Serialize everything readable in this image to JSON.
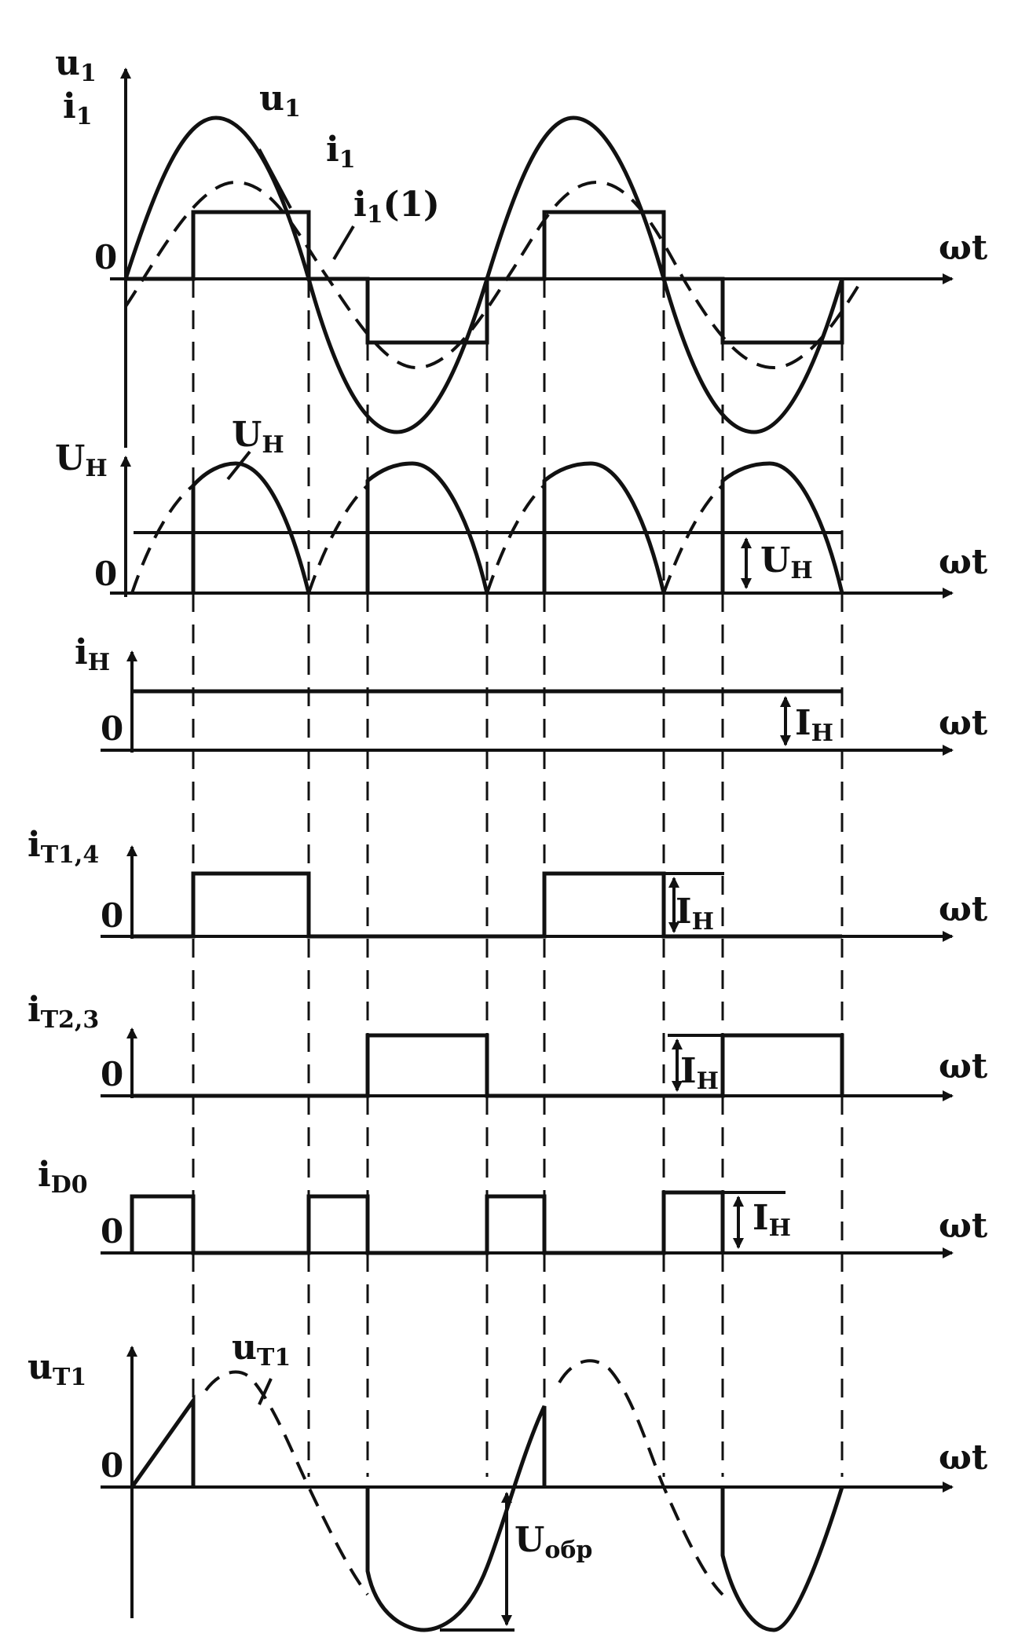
{
  "labels": {
    "u1_axis": "u",
    "u1_axis_sub": "1",
    "i1_axis": "i",
    "i1_axis_sub": "1",
    "u1_curve": "u",
    "u1_curve_sub": "1",
    "i1_curve": "i",
    "i1_curve_sub": "1",
    "i1_1_curve": "i",
    "i1_1_curve_sub": "1",
    "i1_1_curve_suffix": "(1)",
    "uh_axis": "U",
    "uh_axis_sub": "H",
    "uh_curve": "U",
    "uh_curve_sub": "H",
    "uh_avg": "U",
    "uh_avg_sub": "H",
    "ih_axis": "i",
    "ih_axis_sub": "H",
    "ih_level": "I",
    "ih_level_sub": "H",
    "it14_axis": "i",
    "it14_axis_sub": "T1,4",
    "it14_level": "I",
    "it14_level_sub": "H",
    "it23_axis": "i",
    "it23_axis_sub": "T2,3",
    "it23_level": "I",
    "it23_level_sub": "H",
    "id0_axis": "i",
    "id0_axis_sub": "D0",
    "id0_level": "I",
    "id0_level_sub": "H",
    "ut1_axis": "u",
    "ut1_axis_sub": "T1",
    "ut1_curve": "u",
    "ut1_curve_sub": "T1",
    "uobr": "U",
    "uobr_sub": "обр",
    "zero": "0",
    "omega_t": "ωt"
  }
}
